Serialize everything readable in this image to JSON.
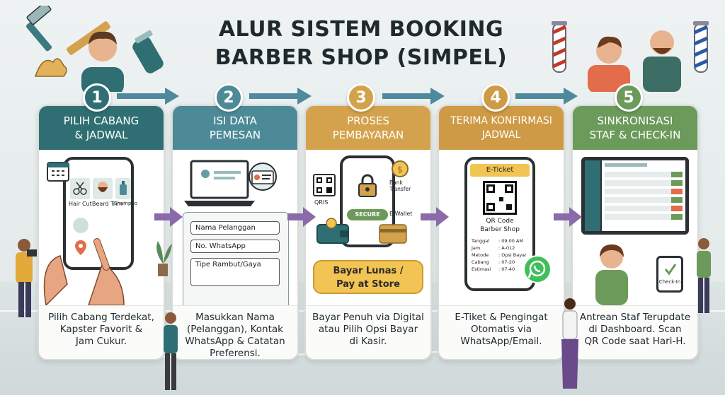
{
  "title": {
    "line1": "ALUR SISTEM BOOKING",
    "line2": "BARBER SHOP (SIMPEL)"
  },
  "colors": {
    "step1": "#2f6f73",
    "step2": "#4d8a97",
    "step3": "#d4a24c",
    "step4": "#cf9a45",
    "step5": "#6b9a5a",
    "arrow_top": "#4f8a9c",
    "arrow_mid": "#8a6aa8"
  },
  "steps": [
    {
      "number": "1",
      "head1": "PILIH CABANG",
      "head2": "& JADWAL",
      "desc1": "Pilih Cabang Terdekat,",
      "desc2": "Kapster Favorit &",
      "desc3": "Jam Cukur.",
      "desc4": "",
      "services": [
        "Hair Cut",
        "Beard Trim",
        "Shampoo"
      ]
    },
    {
      "number": "2",
      "head1": "ISI DATA",
      "head2": "PEMESAN",
      "desc1": "Masukkan Nama",
      "desc2": "(Pelanggan), Kontak",
      "desc3": "WhatsApp & Catatan",
      "desc4": "Preferensi.",
      "fields": [
        "Nama Pelanggan",
        "No. WhatsApp",
        "Tipe Rambut/Gaya"
      ]
    },
    {
      "number": "3",
      "head1": "PROSES",
      "head2": "PEMBAYARAN",
      "desc1": "Bayar Penuh via Digital",
      "desc2": "atau Pilih Opsi Bayar",
      "desc3": "di Kasir.",
      "desc4": "",
      "qris": "QRIS",
      "secure": "SECURE",
      "bank": "Bank Transfer",
      "ewallet": "E-Wallet",
      "pay_line1": "Bayar Lunas /",
      "pay_line2": "Pay at Store"
    },
    {
      "number": "4",
      "head1": "TERIMA KONFIRMASI",
      "head2": "JADWAL",
      "desc1": "E-Tiket & Pengingat",
      "desc2": "Otomatis via",
      "desc3": "WhatsApp/Email.",
      "desc4": "",
      "ticket_title": "E-Ticket",
      "qr_line1": "QR Code",
      "qr_line2": "Barber Shop",
      "ticket_rows": [
        {
          "k": "Tanggal",
          "v": ": 09.00 AM"
        },
        {
          "k": "Jam",
          "v": ": A-012"
        },
        {
          "k": "Metode",
          "v": ": Opsi Bayar"
        },
        {
          "k": "Cabang",
          "v": ": 07-20"
        },
        {
          "k": "Estimasi",
          "v": ": 07-40"
        }
      ]
    },
    {
      "number": "5",
      "head1": "SINKRONISASI",
      "head2": "STAF & CHECK-IN",
      "desc1": "Antrean Staf Terupdate",
      "desc2": "di Dashboard. Scan",
      "desc3": "QR Code saat Hari-H.",
      "desc4": "",
      "checkin": "Check-In"
    }
  ]
}
